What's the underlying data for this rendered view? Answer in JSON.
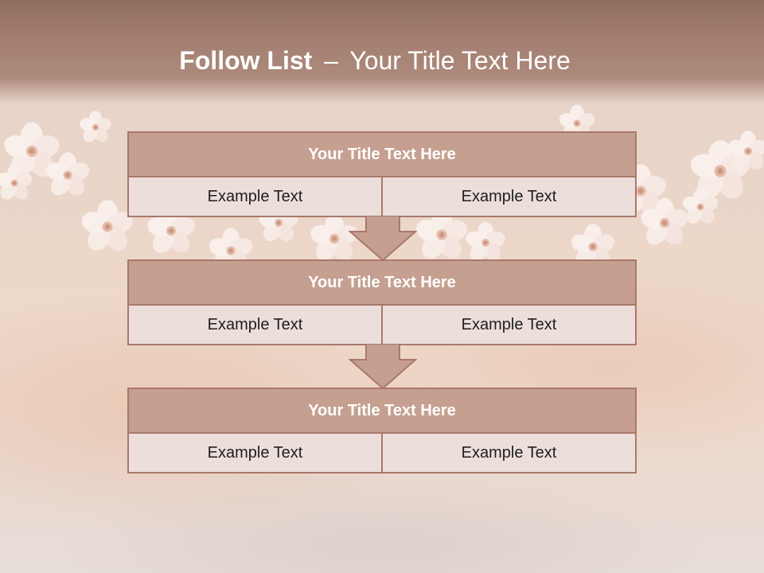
{
  "slide": {
    "title_bold": "Follow List",
    "title_separator": "–",
    "title_rest": "Your Title Text Here"
  },
  "blocks": [
    {
      "title": "Your Title Text Here",
      "cells": [
        "Example Text",
        "Example Text"
      ]
    },
    {
      "title": "Your Title Text Here",
      "cells": [
        "Example Text",
        "Example Text"
      ]
    },
    {
      "title": "Your Title Text Here",
      "cells": [
        "Example Text",
        "Example Text"
      ]
    }
  ],
  "colors": {
    "header_band": "#a37e70",
    "block_title_fill": "#c5a091",
    "block_cell_fill": "#ecdfdb",
    "border": "#a9786a"
  }
}
